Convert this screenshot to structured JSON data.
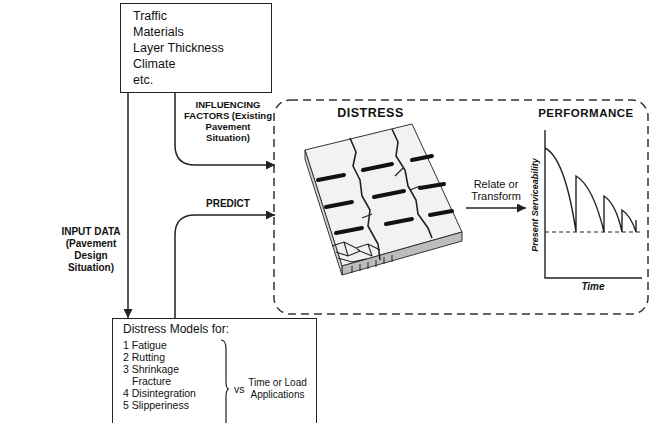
{
  "diagram": {
    "nodes": [
      {
        "text": [
          "Traffic",
          "Materials",
          "Layer Thickness",
          "Climate",
          "etc."
        ]
      },
      {
        "text": [
          "DISTRESS"
        ]
      },
      {
        "text": [
          "PERFORMANCE"
        ]
      },
      {
        "text": [
          "Distress Models for:",
          "1 Fatigue",
          "2 Rutting",
          "3 Shrinkage Fracture",
          "4 Disintegration",
          "5 Slipperiness",
          "vs",
          "Time or Load Applications"
        ]
      }
    ],
    "edges": [
      {
        "from": 0,
        "to": 3,
        "arrow": "to",
        "label": "INPUT DATA (Pavement Design Situation)"
      },
      {
        "from": 0,
        "to": 1,
        "arrow": "to",
        "label": "INFLUENCING FACTORS (Existing Pavement Situation)"
      },
      {
        "from": 3,
        "to": 1,
        "arrow": "to",
        "label": "PREDICT"
      },
      {
        "from": 1,
        "to": 2,
        "arrow": "to",
        "label": "Relate or Transform"
      }
    ],
    "labels": [
      "Present Serviceability",
      "Time"
    ]
  }
}
